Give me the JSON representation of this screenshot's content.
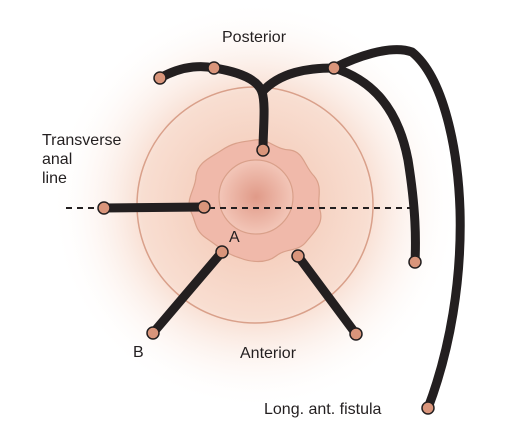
{
  "labels": {
    "posterior": "Posterior",
    "anterior": "Anterior",
    "transverse_anal_line": [
      "Transverse",
      "anal",
      "line"
    ],
    "point_a": "A",
    "point_b": "B",
    "long_ant_fistula": "Long. ant. fistula"
  },
  "colors": {
    "skin_glow": "#f4c9b5",
    "ring_stroke": "#d9a08a",
    "anal_margin_fill": "#f0b9aa",
    "anal_canal_center": "#e8a08e",
    "tract": "#231f20",
    "opening": "#d9957b"
  }
}
